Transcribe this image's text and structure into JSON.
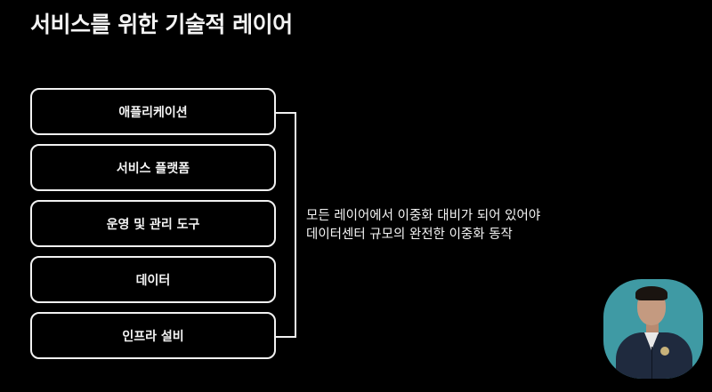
{
  "slide": {
    "title": "서비스를 위한 기술적 레이어",
    "layers": [
      {
        "label": "애플리케이션"
      },
      {
        "label": "서비스 플랫폼"
      },
      {
        "label": "운영 및 관리 도구"
      },
      {
        "label": "데이터"
      },
      {
        "label": "인프라 설비"
      }
    ],
    "note": {
      "line1": "모든 레이어에서 이중화 대비가 되어 있어야",
      "line2": "데이터센터 규모의 완전한 이중화 동작"
    }
  },
  "webcam": {
    "background_color": "#3f9aa4",
    "icon": "presenter-video"
  },
  "colors": {
    "background": "#000000",
    "foreground": "#f4f4f4",
    "webcam_bg": "#3f9aa4"
  }
}
